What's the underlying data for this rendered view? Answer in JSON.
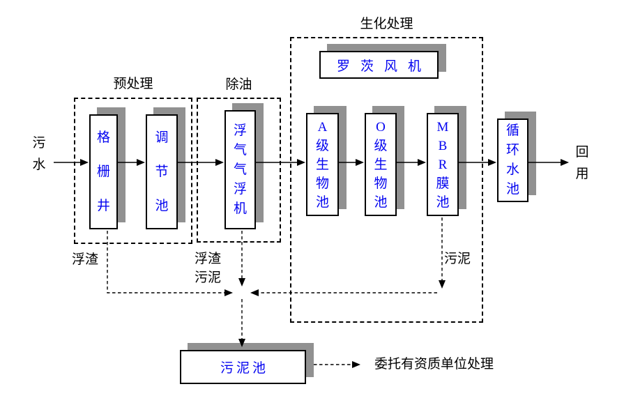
{
  "diagram_title": "wastewater-treatment-process-flow",
  "colors": {
    "node_text": "#0404f0",
    "box_border": "#000000",
    "box_shadow": "#919191",
    "line": "#000000",
    "background": "#ffffff"
  },
  "input": {
    "label": "污水"
  },
  "output": {
    "label": "回用"
  },
  "groups": {
    "pretreatment": {
      "title": "预处理"
    },
    "oil_removal": {
      "title": "除油"
    },
    "biochemical": {
      "title": "生化处理"
    }
  },
  "nodes": {
    "grid_well": {
      "label": "格栅井"
    },
    "regulating_tank": {
      "label": "调节池"
    },
    "air_flotation": {
      "label": "浮气气浮机"
    },
    "roots_blower": {
      "label": "罗茨风机"
    },
    "a_bio_tank": {
      "label": "A级生物池"
    },
    "o_bio_tank": {
      "label": "O级生物池"
    },
    "mbr_tank": {
      "label": "MBR膜池"
    },
    "circulating_tank": {
      "label": "循环水池"
    },
    "sludge_tank": {
      "label": "污泥池"
    }
  },
  "annotations": {
    "scum_left": {
      "label": "浮渣"
    },
    "scum_sludge_mid": {
      "lines": [
        "浮渣",
        "污泥"
      ]
    },
    "sludge_right": {
      "label": "污泥"
    },
    "disposal": {
      "label": "委托有资质单位处理"
    }
  }
}
